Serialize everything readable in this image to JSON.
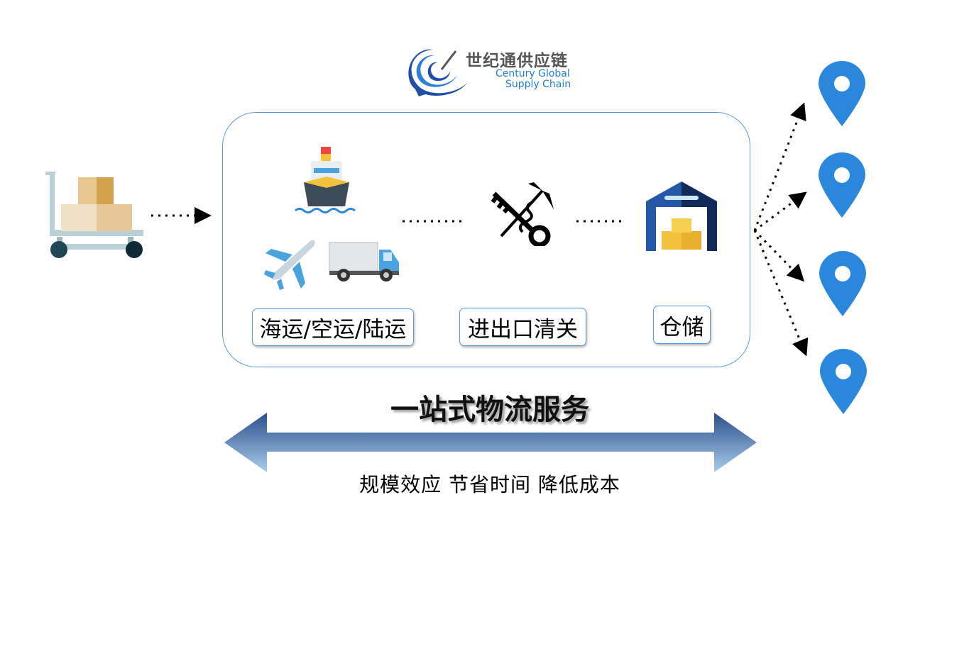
{
  "logo": {
    "name_cn": "世纪通供应链",
    "name_en_line1": "Century Global",
    "name_en_line2": "Supply Chain"
  },
  "services": [
    {
      "label": "海运/空运/陆运"
    },
    {
      "label": "进出口清关"
    },
    {
      "label": "仓储"
    }
  ],
  "title": "一站式物流服务",
  "subtitle": "规模效应 节省时间 降低成本",
  "colors": {
    "pin": "#2b87dc",
    "border": "#5b9bd5",
    "arrow_dark": "#2b4f8c",
    "arrow_light": "#8fb8e0"
  }
}
